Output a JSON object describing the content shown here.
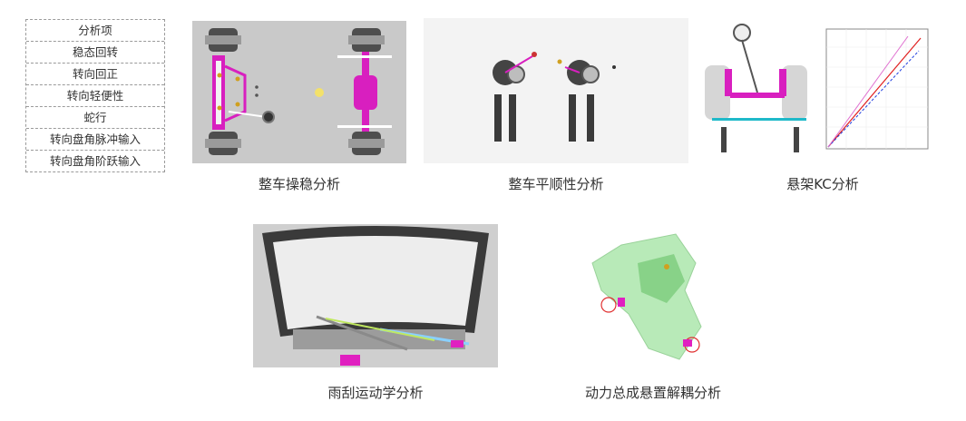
{
  "analysis_table": {
    "header": "分析项",
    "items": [
      "稳态回转",
      "转向回正",
      "转向轻便性",
      "蛇行",
      "转向盘角脉冲输入",
      "转向盘角阶跃输入"
    ]
  },
  "panels": [
    {
      "id": "vehicle-handling",
      "caption": "整车操稳分析"
    },
    {
      "id": "ride-comfort",
      "caption": "整车平顺性分析"
    },
    {
      "id": "suspension-kc",
      "caption": "悬架KC分析"
    },
    {
      "id": "wiper-kinematics",
      "caption": "雨刮运动学分析"
    },
    {
      "id": "powertrain-mount",
      "caption": "动力总成悬置解耦分析"
    }
  ],
  "colors": {
    "accent_magenta": "#e020c0",
    "panel_grey": "#c8c8c8",
    "tire": "#555555"
  }
}
